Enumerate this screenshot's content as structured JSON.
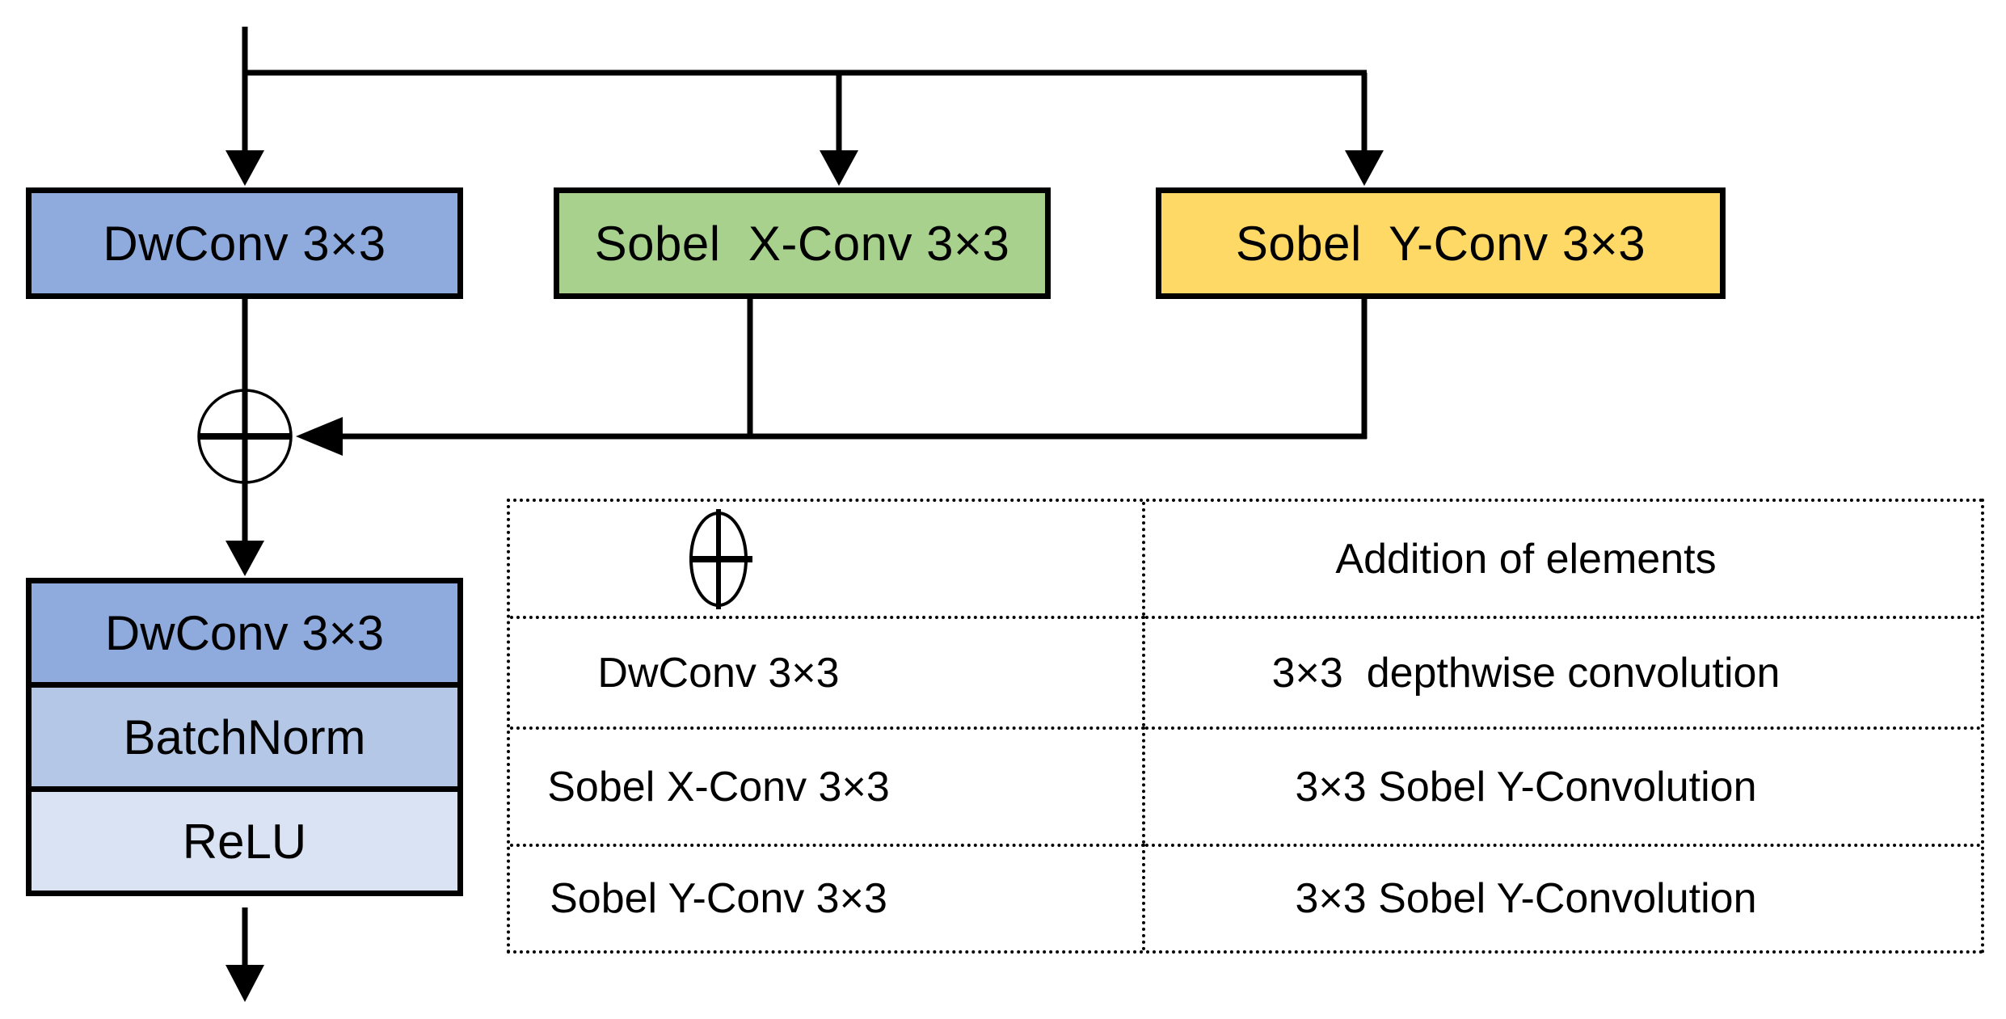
{
  "diagram": {
    "colors": {
      "blue": "#8FAADC",
      "blue_light": "#B4C7E7",
      "blue_lighter": "#DAE3F3",
      "green": "#A9D18E",
      "yellow": "#FFD966",
      "line": "#000000"
    },
    "boxes": {
      "dwconv_top": "DwConv 3×3",
      "sobel_x": "Sobel  X-Conv 3×3",
      "sobel_y": "Sobel  Y-Conv 3×3",
      "dwconv_stack": "DwConv 3×3",
      "batchnorm": "BatchNorm",
      "relu": "ReLU"
    },
    "symbols": {
      "addition": "plus-in-circle"
    }
  },
  "legend_table": {
    "rows": [
      {
        "term": "",
        "symbol": "plus-in-circle",
        "description": "Addition of elements"
      },
      {
        "term": "DwConv 3×3",
        "description": "3×3  depthwise convolution"
      },
      {
        "term": "Sobel X-Conv 3×3",
        "description": "3×3 Sobel Y-Convolution"
      },
      {
        "term": "Sobel Y-Conv 3×3",
        "description": "3×3 Sobel Y-Convolution"
      }
    ]
  }
}
